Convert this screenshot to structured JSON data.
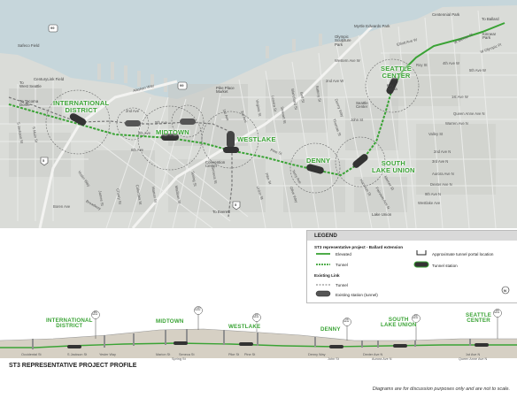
{
  "map": {
    "stations": [
      {
        "id": "international-district",
        "lines": [
          "INTERNATIONAL",
          "DISTRICT"
        ]
      },
      {
        "id": "midtown",
        "lines": [
          "MIDTOWN"
        ]
      },
      {
        "id": "westlake",
        "lines": [
          "WESTLAKE"
        ]
      },
      {
        "id": "denny",
        "lines": [
          "DENNY"
        ]
      },
      {
        "id": "south-lake-union",
        "lines": [
          "SOUTH",
          "LAKE UNION"
        ]
      },
      {
        "id": "seattle-center",
        "lines": [
          "SEATTLE",
          "CENTER"
        ]
      }
    ],
    "place_labels": {
      "safeco_field": "Safeco Field",
      "centurylink_field": "CenturyLink Field",
      "to_west_seattle": "To\nWest Seattle",
      "to_tacoma_dome": "To Tacoma\nDome",
      "myrtle_edwards_park": "Myrtle Edwards Park",
      "centennial_park": "Centennial Park",
      "to_ballard": "To Ballard",
      "olympic_sculpture_park": "Olympic\nSculpture\nPark",
      "pike_place_market": "Pike Place\nMarket",
      "key_arena": "Key\nArena",
      "seattle_center_place": "Seattle\nCenter",
      "kinnear_park": "Kinnear\nPark",
      "convention_center": "Convention\nCenter",
      "to_everett": "To Everett",
      "lake_union": "Lake Union",
      "hwy_99_a": "99",
      "hwy_99_b": "99",
      "i5_a": "5",
      "i5_b": "5"
    },
    "streets": {
      "alaskan_way": "Alaskan Way",
      "elliott_ave": "Elliott Ave W",
      "western_ave": "Western Ave W",
      "w_mercer": "W Mercer Pl",
      "w_olympic": "W Olympic Pl",
      "2nd_ave": "2nd Ave",
      "2nd_ave_w": "2nd Ave W",
      "4th_ave": "4th Ave",
      "5th_ave": "5th Ave",
      "6th_ave": "6th Ave",
      "4th_ave_w": "4th Ave W",
      "5th_ave_w": "5th Ave W",
      "1st_ave_w": "1st Ave W",
      "queen_anne": "Queen Anne Ave N",
      "warren_ave": "Warren Ave N",
      "2nd_ave_n": "2nd Ave N",
      "3rd_ave_n": "3rd Ave N",
      "westlake_ave": "Westlake Ave",
      "9th_ave_n": "9th Ave N",
      "dexter_ave": "Dexter Ave N",
      "aurora_ave": "Aurora Ave N",
      "thomas_st": "Thomas St",
      "john_st": "John St",
      "denny_way": "Denny Way",
      "harrison_st": "Harrison St",
      "mercer_st": "Mercer St",
      "pike_st": "Pike St",
      "pine_st": "Pine St",
      "stewart_st": "Stewart St",
      "olive_way": "Olive Way",
      "union_st": "Union St",
      "seneca_st": "Seneca St",
      "spring_st": "Spring St",
      "marion_st": "Marion St",
      "madison_st": "Madison St",
      "columbia_st": "Columbia St",
      "cherry_st": "Cherry St",
      "james_st": "James St",
      "yesler_way": "Yesler Way",
      "s_jackson": "S Jackson St",
      "s_main": "S Main St",
      "boren_ave": "Boren Ave",
      "broadway": "Broadway",
      "terry_ave": "Terry Ave",
      "fairview_ave": "Fairview Ave N",
      "virginia_st": "Virginia St",
      "lenora_st": "Lenora St",
      "blanchard_st": "Blanchard St",
      "bell_st": "Bell St",
      "battery_st": "Battery St",
      "3rd_ave": "3rd Ave",
      "1st_ave": "1st Ave",
      "roy_st": "Roy St",
      "valley_st": "Valley St"
    }
  },
  "legend": {
    "title": "LEGEND",
    "subtitle": "ST3 representative project - Ballard extension",
    "elevated": "Elevated",
    "tunnel": "Tunnel",
    "existing_link": "Existing Link",
    "existing_tunnel": "Tunnel",
    "existing_station": "Existing station (tunnel)",
    "portal": "Approximate tunnel portal location",
    "tunnel_station": "Tunnel station",
    "north_arrow": "N"
  },
  "profile": {
    "title": "ST3 REPRESENTATIVE PROJECT PROFILE",
    "stations": [
      {
        "id": "international-district",
        "lines": [
          "INTERNATIONAL",
          "DISTRICT"
        ],
        "depth": "~85ft\nbelow"
      },
      {
        "id": "midtown",
        "lines": [
          "MIDTOWN"
        ],
        "depth": "~110ft\nbelow"
      },
      {
        "id": "westlake",
        "lines": [
          "WESTLAKE"
        ],
        "depth": "~90ft\nbelow"
      },
      {
        "id": "denny",
        "lines": [
          "DENNY"
        ],
        "depth": "~70ft\nbelow"
      },
      {
        "id": "south-lake-union",
        "lines": [
          "SOUTH",
          "LAKE UNION"
        ],
        "depth": "~50ft\nbelow"
      },
      {
        "id": "seattle-center",
        "lines": [
          "SEATTLE",
          "CENTER"
        ],
        "depth": "~90ft\nbelow"
      }
    ],
    "street_labels": [
      {
        "id": "occidental",
        "text": "Occidental St"
      },
      {
        "id": "s_jackson",
        "text": "S Jackson St"
      },
      {
        "id": "yesler",
        "text": "Yesler Way"
      },
      {
        "id": "marion",
        "text": "Marion St"
      },
      {
        "id": "seneca",
        "text": "Seneca St"
      },
      {
        "id": "spring",
        "text": "Spring St"
      },
      {
        "id": "pike",
        "text": "Pike St"
      },
      {
        "id": "pine",
        "text": "Pine St"
      },
      {
        "id": "denny",
        "text": "Denny Way"
      },
      {
        "id": "john",
        "text": "John St"
      },
      {
        "id": "dexter",
        "text": "Dexter Ave N"
      },
      {
        "id": "aurora",
        "text": "Aurora Ave N"
      },
      {
        "id": "1st_n",
        "text": "1st Ave N"
      },
      {
        "id": "queen_anne",
        "text": "Queen Anne Ave N"
      }
    ]
  },
  "disclaimer": "Diagrams are for discussion purposes only and are not to scale."
}
